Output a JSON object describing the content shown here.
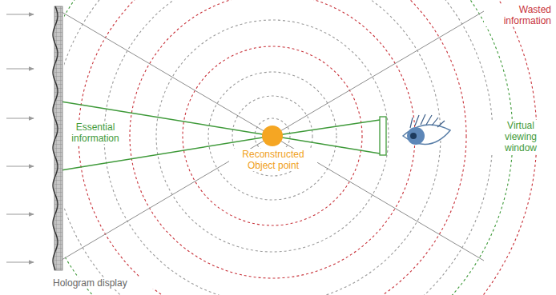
{
  "diagram": {
    "labels": [
      "Essential information",
      "Reconstructed Object point",
      "Wasted information",
      "Virtual viewing window",
      "Hologram display"
    ]
  }
}
